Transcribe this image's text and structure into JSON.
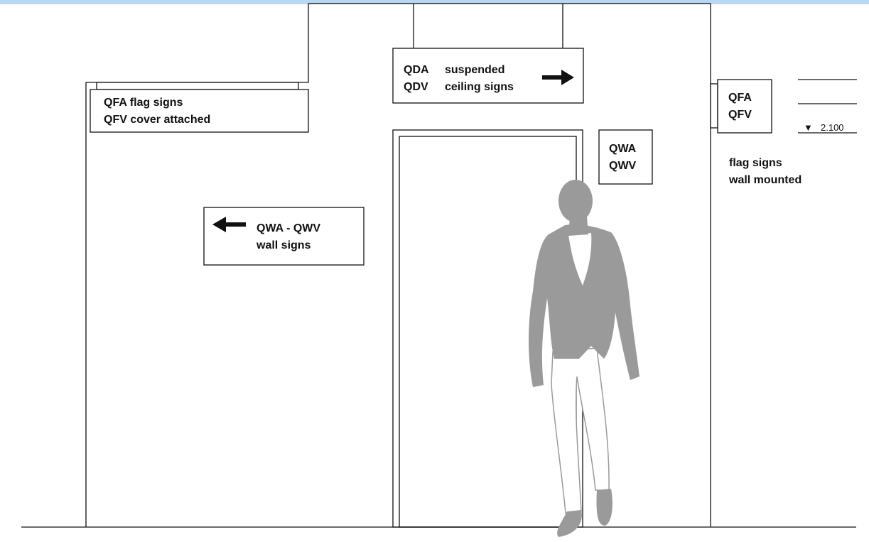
{
  "colors": {
    "top_band": "#b9d6f2",
    "line": "#111111",
    "figure_gray": "#9a9a9a"
  },
  "signs": {
    "flag_cover": {
      "line1": "QFA  flag signs",
      "line2": "QFV  cover attached"
    },
    "suspended": {
      "code1": "QDA",
      "label1": "suspended",
      "code2": "QDV",
      "label2": "ceiling signs"
    },
    "wall_small": {
      "line1": "QWA",
      "line2": "QWV"
    },
    "wall_main": {
      "line1": "QWA - QWV",
      "line2": "wall signs"
    },
    "flag_wall": {
      "line1": "QFA",
      "line2": "QFV"
    }
  },
  "flag_wall_caption": {
    "line1": "flag signs",
    "line2": "wall mounted"
  },
  "height_marker": {
    "symbol": "▼",
    "value": "2.100"
  }
}
